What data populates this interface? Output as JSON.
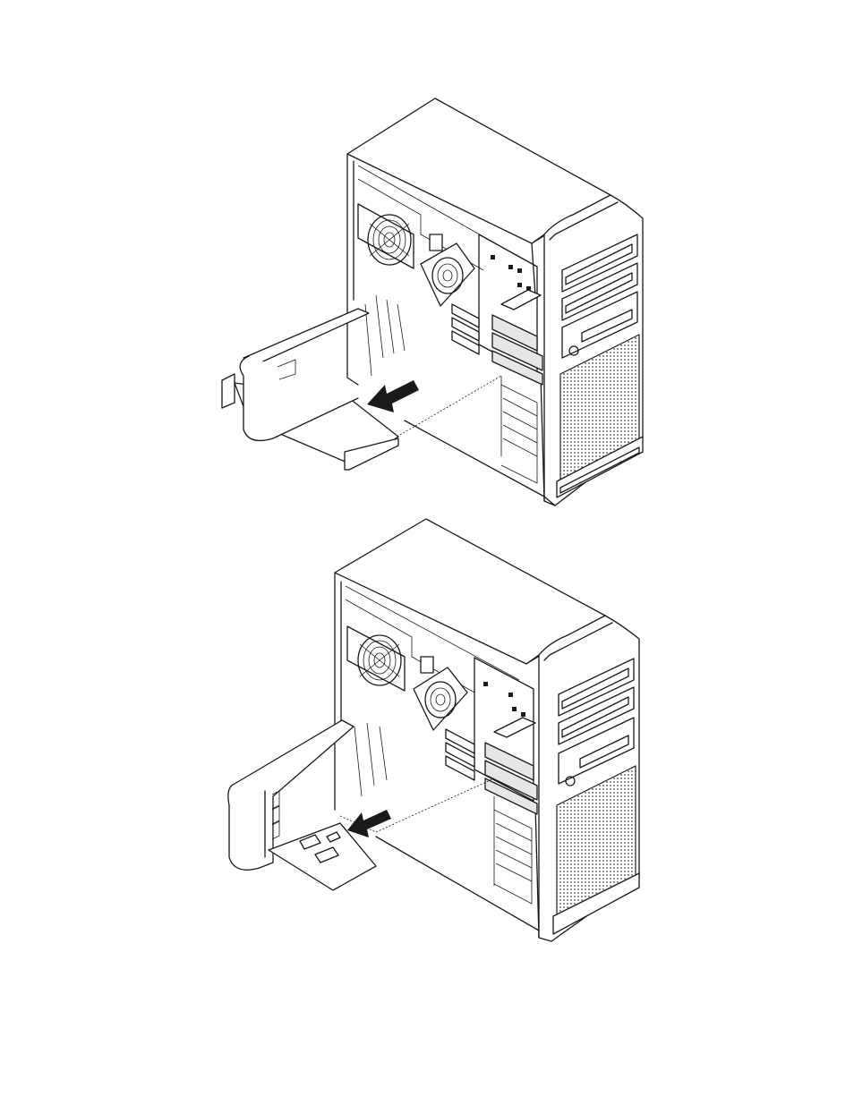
{
  "figures": [
    {
      "id": "top",
      "action_icon": "arrow-pull-icon",
      "component": "graphics-card-full-length"
    },
    {
      "id": "bottom",
      "action_icon": "arrow-pull-icon",
      "component": "expansion-card-short"
    }
  ],
  "colors": {
    "line": "#1a1a1a",
    "background": "#ffffff",
    "drive_fill": "#e6e6e6"
  }
}
